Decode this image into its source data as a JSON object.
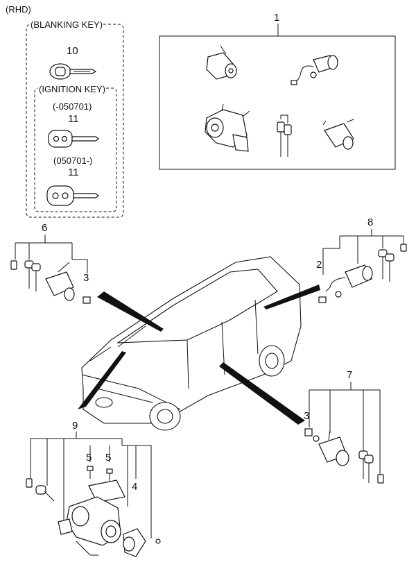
{
  "header": {
    "variant": "(RHD)"
  },
  "blanking_box": {
    "title": "(BLANKING KEY)",
    "key_number": "10"
  },
  "ignition_box": {
    "title": "(IGNITION KEY)",
    "key_a": {
      "range": "(-050701)",
      "number": "11"
    },
    "key_b": {
      "range": "(050701-)",
      "number": "11"
    }
  },
  "callouts": {
    "set_1": "1",
    "set_6": "6",
    "set_8": "8",
    "part_2": "2",
    "part_3_left": "3",
    "part_3_right": "3",
    "set_7": "7",
    "set_9": "9",
    "part_5a": "5",
    "part_5b": "5",
    "part_4": "4"
  }
}
